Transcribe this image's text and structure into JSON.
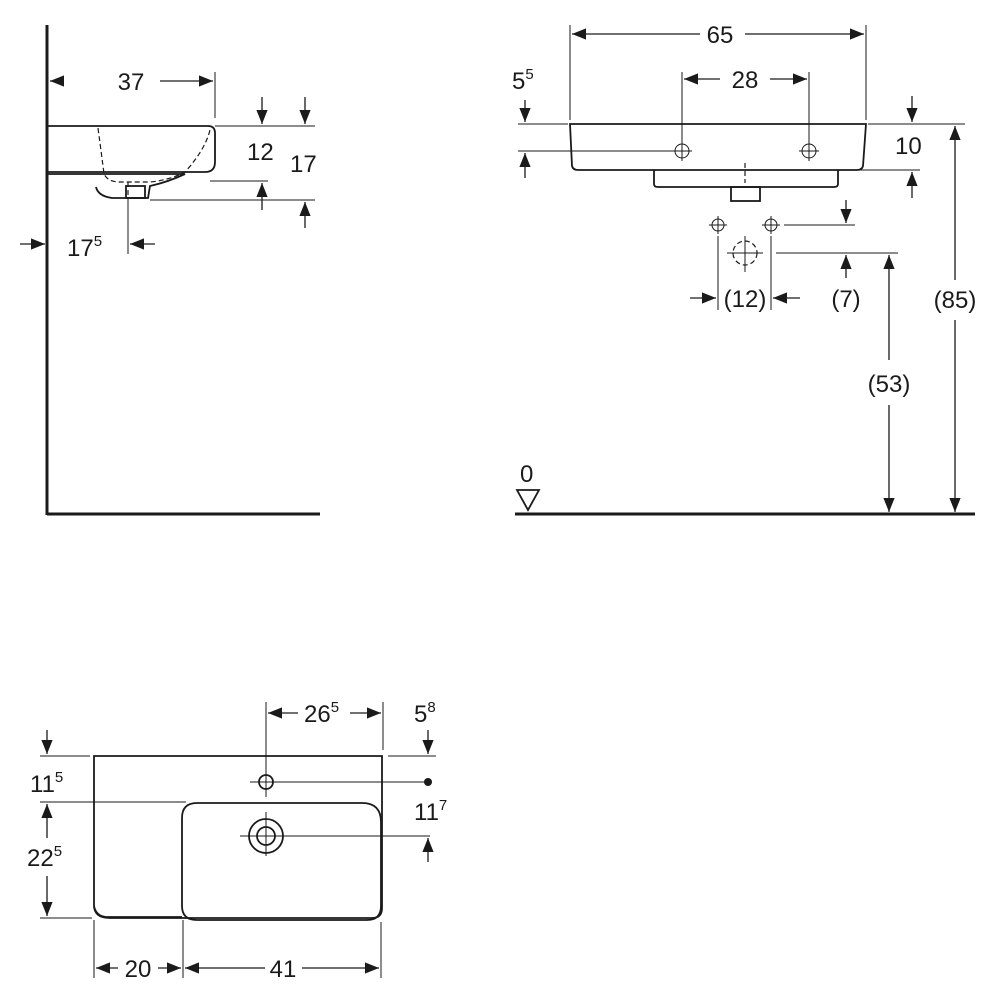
{
  "side_view": {
    "width_37": "37",
    "height_12": "12",
    "height_17": "17",
    "depth_17_5": {
      "main": "17",
      "sup": "5"
    }
  },
  "front_view": {
    "width_65": "65",
    "hole_spacing_28": "28",
    "top_5_5": {
      "main": "5",
      "sup": "5"
    },
    "height_10": "10",
    "pipe_spacing_12": "(12)",
    "pipe_offset_7": "(7)",
    "height_85": "(85)",
    "height_53": "(53)",
    "floor_level_0": "0"
  },
  "top_view": {
    "offset_26_5": {
      "main": "26",
      "sup": "5"
    },
    "offset_5_8": {
      "main": "5",
      "sup": "8"
    },
    "depth_11_5": {
      "main": "11",
      "sup": "5"
    },
    "depth_11_7": {
      "main": "11",
      "sup": "7"
    },
    "depth_22_5": {
      "main": "22",
      "sup": "5"
    },
    "width_20": "20",
    "width_41": "41"
  }
}
